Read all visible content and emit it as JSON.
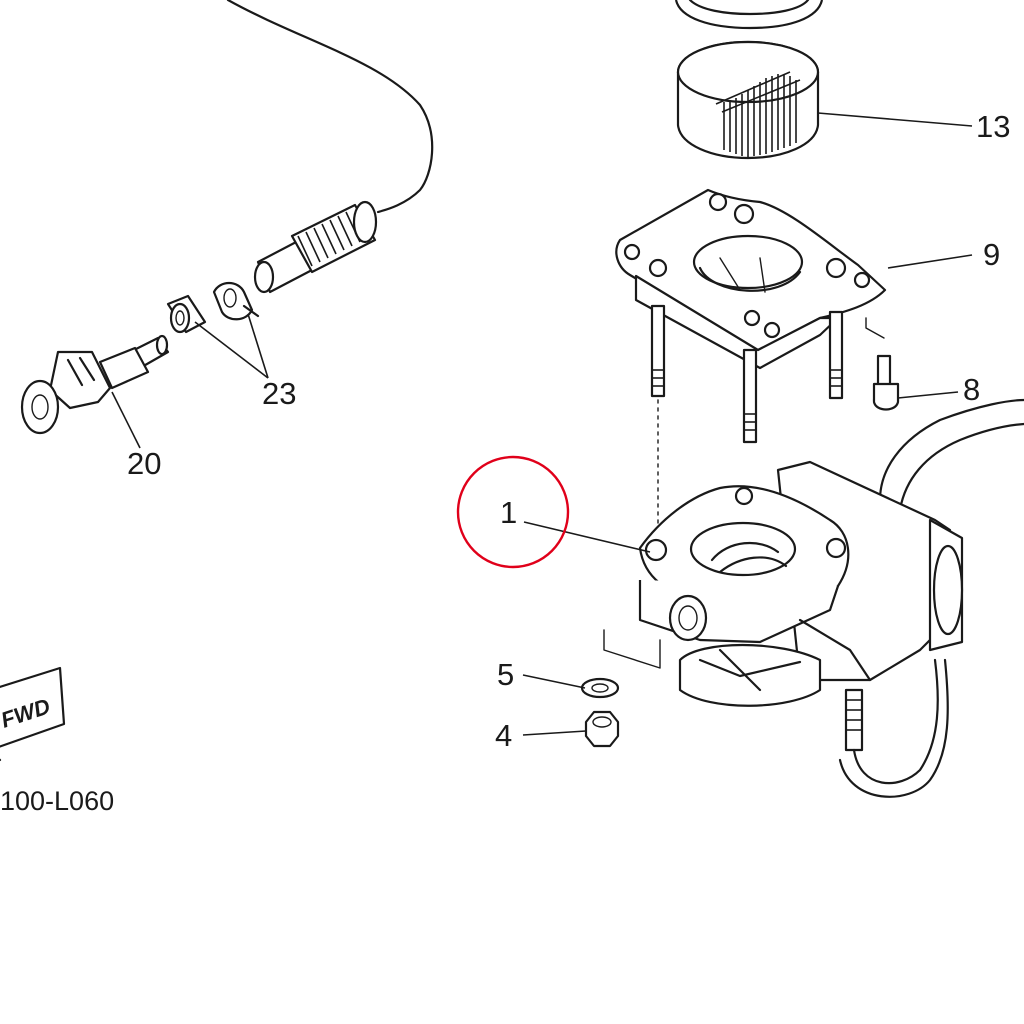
{
  "diagram": {
    "callouts": [
      {
        "id": "part-1",
        "label": "1"
      },
      {
        "id": "part-4",
        "label": "4"
      },
      {
        "id": "part-5",
        "label": "5"
      },
      {
        "id": "part-8",
        "label": "8"
      },
      {
        "id": "part-9",
        "label": "9"
      },
      {
        "id": "part-13",
        "label": "13"
      },
      {
        "id": "part-20",
        "label": "20"
      },
      {
        "id": "part-23",
        "label": "23"
      }
    ],
    "fwd_label": "FWD",
    "diagram_code": "100-L060",
    "highlight_color": "#e0001a",
    "line_color": "#1a1a1a"
  }
}
